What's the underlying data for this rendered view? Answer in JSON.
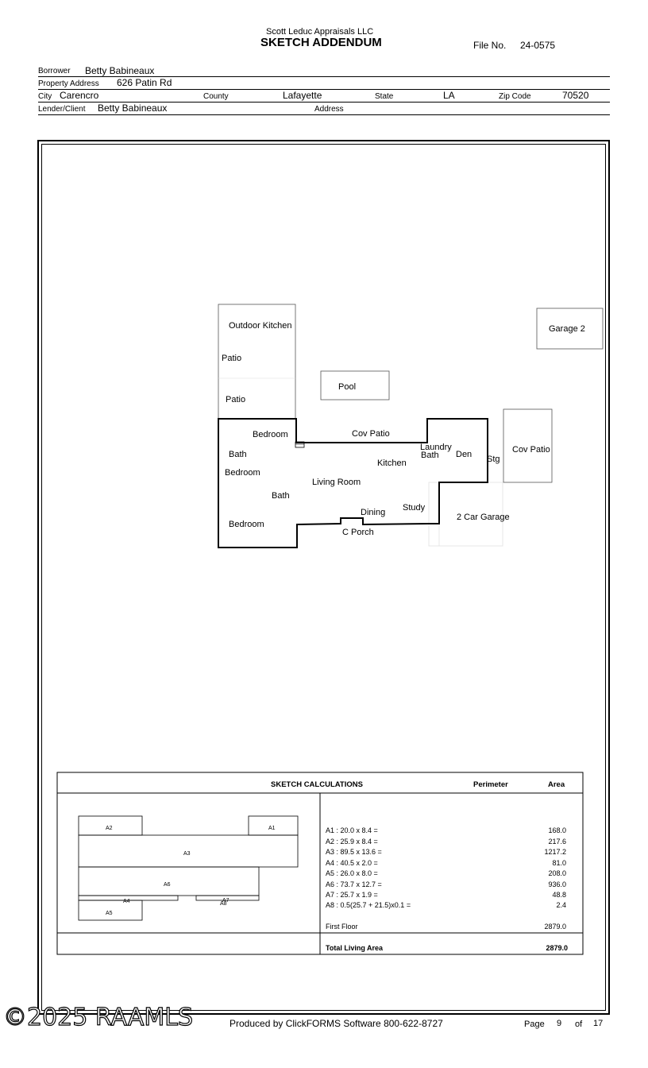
{
  "header": {
    "company": "Scott Leduc Appraisals LLC",
    "title": "SKETCH ADDENDUM",
    "file_label": "File No.",
    "file_no": "24-0575"
  },
  "fields": {
    "borrower_label": "Borrower",
    "borrower": "Betty Babineaux",
    "property_address_label": "Property Address",
    "property_address": "626 Patin Rd",
    "city_label": "City",
    "city": "Carencro",
    "county_label": "County",
    "county": "Lafayette",
    "state_label": "State",
    "state": "LA",
    "zip_label": "Zip Code",
    "zip": "70520",
    "lender_label": "Lender/Client",
    "lender": "Betty Babineaux",
    "address_label": "Address"
  },
  "sketch": {
    "labels": {
      "outdoor_kitchen": "Outdoor Kitchen",
      "patio_1": "Patio",
      "patio_2": "Patio",
      "pool": "Pool",
      "garage_2": "Garage 2",
      "cov_patio_main": "Cov Patio",
      "cov_patio_side": "Cov Patio",
      "bedroom_1": "Bedroom",
      "bath_1": "Bath",
      "bedroom_2": "Bedroom",
      "bath_2": "Bath",
      "bedroom_3": "Bedroom",
      "living_room": "Living Room",
      "kitchen": "Kitchen",
      "laundry": "Laundry",
      "bath_3": "Bath",
      "den": "Den",
      "stg": "Stg",
      "dining": "Dining",
      "study": "Study",
      "c_porch": "C Porch",
      "garage_2car": "2 Car Garage"
    }
  },
  "calculations": {
    "title": "SKETCH CALCULATIONS",
    "perimeter_label": "Perimeter",
    "area_label": "Area",
    "area_tags": [
      "A2",
      "A1",
      "A3",
      "A6",
      "A4",
      "A7",
      "A8",
      "A5"
    ],
    "rows": [
      {
        "formula": "A1 : 20.0 x 8.4 =",
        "area": "168.0"
      },
      {
        "formula": "A2 : 25.9 x 8.4 =",
        "area": "217.6"
      },
      {
        "formula": "A3 : 89.5 x 13.6 =",
        "area": "1217.2"
      },
      {
        "formula": "A4 : 40.5 x 2.0 =",
        "area": "81.0"
      },
      {
        "formula": "A5 : 26.0 x 8.0 =",
        "area": "208.0"
      },
      {
        "formula": "A6 : 73.7 x 12.7 =",
        "area": "936.0"
      },
      {
        "formula": "A7 : 25.7 x 1.9 =",
        "area": "48.8"
      },
      {
        "formula": "A8 : 0.5(25.7 + 21.5)x0.1 =",
        "area": "2.4"
      }
    ],
    "first_floor_label": "First Floor",
    "first_floor_area": "2879.0",
    "total_label": "Total Living Area",
    "total_area": "2879.0"
  },
  "footer": {
    "watermark": "©2025 RAAMLS",
    "produced_by": "Produced by ClickFORMS Software 800-622-8727",
    "page_label": "Page",
    "page_no": "9",
    "of_label": "of",
    "page_total": "17"
  }
}
